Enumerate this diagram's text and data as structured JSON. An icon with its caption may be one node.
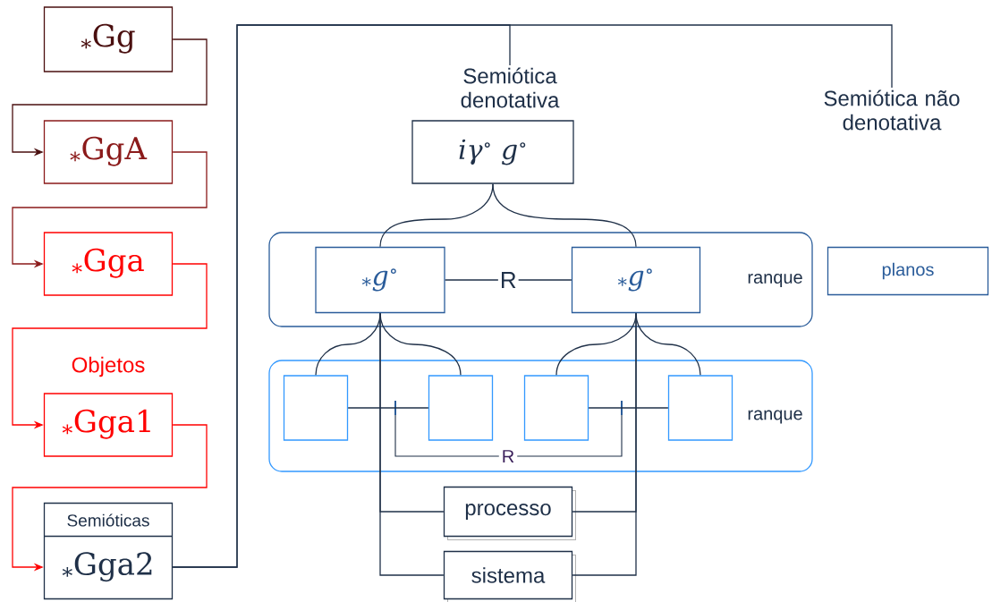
{
  "diagram": {
    "nodes": [
      {
        "text": [
          "$_{*}$Gg"
        ]
      },
      {
        "text": [
          "$_{*}$GgA"
        ]
      },
      {
        "text": [
          "$_{*}$Gga"
        ]
      },
      {
        "text": [
          "$_{*}$Gga1"
        ],
        "beside": [
          "Objetos"
        ]
      },
      {
        "text": [
          "Semióticas",
          "$_{*}$Gga2"
        ]
      },
      {
        "text": [
          "Semiótica denotativa"
        ]
      },
      {
        "text": [
          "Semiótica não denotativa"
        ]
      },
      {
        "text": [
          "*iγ*$^{∘}$ *g*$^{∘}$"
        ]
      },
      {
        "text": [
          "ranque"
        ]
      },
      {
        "text": [
          "$_{*}$*g*$^{∘}$"
        ],
        "in": 8
      },
      {
        "text": [
          "$_{*}$*g*$^{∘}$"
        ],
        "in": 8
      },
      {
        "text": [
          "planos"
        ]
      },
      {
        "text": [
          "ranque"
        ]
      },
      {
        "text": [],
        "shape": "box",
        "in": 12
      },
      {
        "text": [],
        "shape": "box",
        "in": 12
      },
      {
        "text": [],
        "shape": "box",
        "in": 12
      },
      {
        "text": [],
        "shape": "box",
        "in": 12
      },
      {
        "text": [
          "processo"
        ]
      },
      {
        "text": [
          "sistema"
        ]
      }
    ],
    "edges": [
      {
        "from": 0,
        "to": 1,
        "arrow": "to",
        "color": "#4a0f0f"
      },
      {
        "from": 1,
        "to": 2,
        "arrow": "to",
        "color": "#8b1a1a"
      },
      {
        "from": 2,
        "to": 3,
        "arrow": "to",
        "color": "#ff0000"
      },
      {
        "from": 3,
        "to": 4,
        "arrow": "to",
        "color": "#ff0000"
      },
      {
        "from": 4,
        "to": 5,
        "arrow": "none"
      },
      {
        "from": 4,
        "to": 6,
        "arrow": "none"
      },
      {
        "from": 7,
        "to": 9,
        "arrow": "none"
      },
      {
        "from": 7,
        "to": 10,
        "arrow": "none"
      },
      {
        "from": 9,
        "to": 10,
        "arrow": "none",
        "label": "R"
      },
      {
        "from": 9,
        "to": 13,
        "arrow": "none"
      },
      {
        "from": 9,
        "to": 14,
        "arrow": "none"
      },
      {
        "from": 10,
        "to": 15,
        "arrow": "none"
      },
      {
        "from": 10,
        "to": 16,
        "arrow": "none"
      },
      {
        "from": 13,
        "to": 14,
        "arrow": "none"
      },
      {
        "from": 15,
        "to": 16,
        "arrow": "none"
      },
      {
        "from": 9,
        "to": 17,
        "arrow": "none"
      },
      {
        "from": 9,
        "to": 18,
        "arrow": "none"
      },
      {
        "from": 10,
        "to": 17,
        "arrow": "none"
      },
      {
        "from": 10,
        "to": 18,
        "arrow": "none"
      }
    ],
    "labels": [
      "R"
    ]
  }
}
